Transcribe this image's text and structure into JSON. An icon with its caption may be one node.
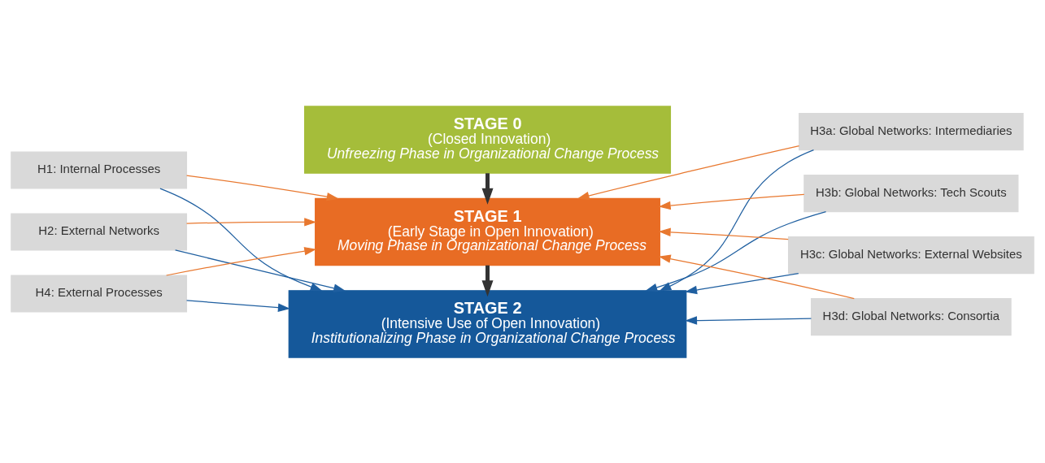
{
  "diagram": {
    "nodes": [
      {
        "text": [
          "STAGE 0",
          "(Closed Innovation)",
          "Unfreezing Phase in Organizational Change Process"
        ]
      },
      {
        "text": [
          "STAGE 1",
          "(Early Stage in Open Innovation)",
          "Moving Phase in Organizational Change Process"
        ]
      },
      {
        "text": [
          "STAGE 2",
          "(Intensive Use of Open Innovation)",
          "Institutionalizing Phase in Organizational Change Process"
        ]
      },
      {
        "text": [
          "H1: Internal Processes"
        ]
      },
      {
        "text": [
          "H2: External Networks"
        ]
      },
      {
        "text": [
          "H4: External Processes"
        ]
      },
      {
        "text": [
          "H3a: Global Networks: Intermediaries"
        ]
      },
      {
        "text": [
          "H3b: Global Networks: Tech Scouts"
        ]
      },
      {
        "text": [
          "H3c: Global Networks: External Websites"
        ]
      },
      {
        "text": [
          "H3d: Global Networks: Consortia"
        ]
      }
    ],
    "edges": [
      {
        "from": 0,
        "to": 1,
        "arrow": "to",
        "style": "thick",
        "color": "#333333"
      },
      {
        "from": 1,
        "to": 2,
        "arrow": "to",
        "style": "thick",
        "color": "#333333"
      },
      {
        "from": 3,
        "to": 1,
        "arrow": "to",
        "color": "#e8782f"
      },
      {
        "from": 3,
        "to": 2,
        "arrow": "to",
        "color": "#1f5fa0"
      },
      {
        "from": 4,
        "to": 1,
        "arrow": "to",
        "color": "#e8782f"
      },
      {
        "from": 4,
        "to": 2,
        "arrow": "to",
        "color": "#1f5fa0"
      },
      {
        "from": 5,
        "to": 2,
        "arrow": "to",
        "color": "#1f5fa0"
      },
      {
        "from": 5,
        "to": 1,
        "arrow": "to",
        "color": "#e8782f"
      },
      {
        "from": 6,
        "to": 1,
        "arrow": "to",
        "color": "#e8782f"
      },
      {
        "from": 6,
        "to": 2,
        "arrow": "to",
        "color": "#1f5fa0"
      },
      {
        "from": 7,
        "to": 1,
        "arrow": "to",
        "color": "#e8782f"
      },
      {
        "from": 7,
        "to": 2,
        "arrow": "to",
        "color": "#1f5fa0"
      },
      {
        "from": 8,
        "to": 1,
        "arrow": "to",
        "color": "#e8782f"
      },
      {
        "from": 8,
        "to": 2,
        "arrow": "to",
        "color": "#1f5fa0"
      },
      {
        "from": 9,
        "to": 2,
        "arrow": "to",
        "color": "#1f5fa0"
      },
      {
        "from": 9,
        "to": 1,
        "arrow": "to",
        "color": "#e8782f"
      }
    ]
  }
}
